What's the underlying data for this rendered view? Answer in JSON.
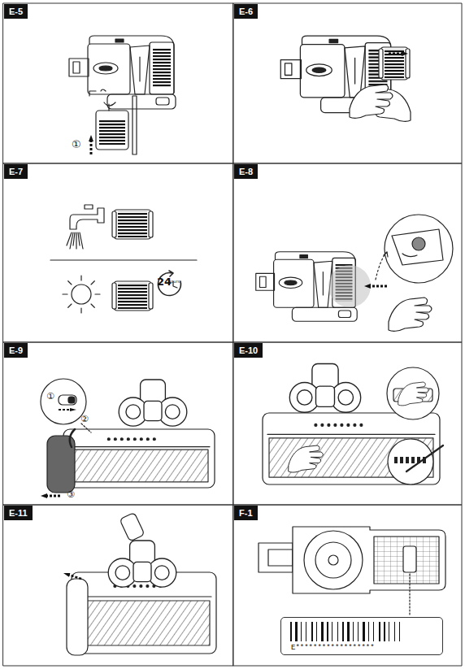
{
  "diagram": {
    "nodes": [
      {
        "text": [
          "E-5"
        ]
      },
      {
        "text": [
          "E-6"
        ]
      },
      {
        "text": [
          "E-7"
        ]
      },
      {
        "text": [
          "E-8"
        ]
      },
      {
        "text": [
          "E-9"
        ]
      },
      {
        "text": [
          "E-10"
        ]
      },
      {
        "text": [
          "E-11"
        ]
      },
      {
        "text": [
          "F-1"
        ]
      },
      {
        "text": [
          "E******************"
        ]
      }
    ],
    "labels": [
      "①",
      "①",
      "②",
      "③",
      "24",
      "hours"
    ]
  }
}
